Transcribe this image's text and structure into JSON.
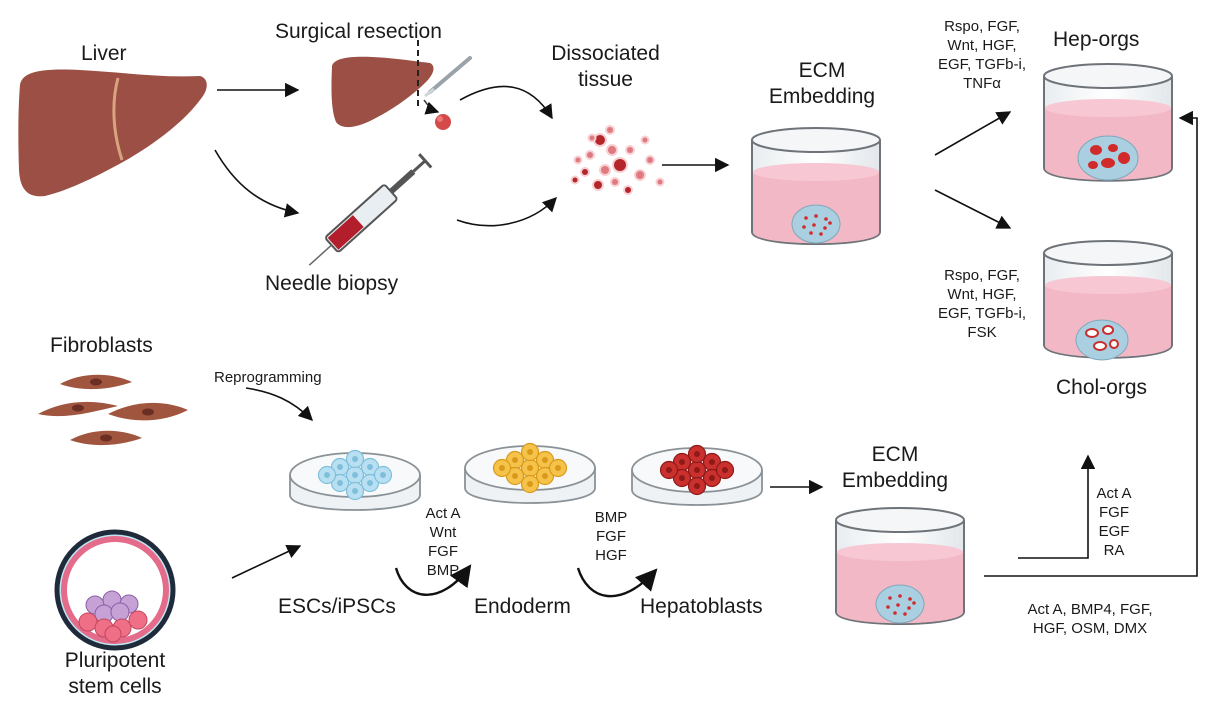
{
  "colors": {
    "liver": "#9c4f45",
    "media_pink": "#f3b8c5",
    "organoid_blue": "#a9cfe0",
    "red_cells": "#d12a2a",
    "esc_cells": "#b8e0f2",
    "endoderm_cells": "#f5c24a",
    "hepatoblast_cells": "#c9302e",
    "fibroblast": "#a0553f"
  },
  "labels": {
    "liver": "Liver",
    "surgical_resection": "Surgical resection",
    "dissociated_tissue": [
      "Dissociated",
      "tissue"
    ],
    "needle_biopsy": "Needle biopsy",
    "ecm_top": [
      "ECM",
      "Embedding"
    ],
    "hep_factors": [
      "Rspo, FGF,",
      "Wnt, HGF,",
      "EGF, TGFb-i,",
      "TNFα"
    ],
    "hep_orgs": "Hep-orgs",
    "chol_factors": [
      "Rspo, FGF,",
      "Wnt, HGF,",
      "EGF, TGFb-i,",
      "FSK"
    ],
    "chol_orgs": "Chol-orgs",
    "fibroblasts": "Fibroblasts",
    "reprogramming": "Reprogramming",
    "pluripotent": [
      "Pluripotent",
      "stem cells"
    ],
    "escs": "ESCs/iPSCs",
    "endo_factors": [
      "Act A",
      "Wnt",
      "FGF",
      "BMP"
    ],
    "endoderm": "Endoderm",
    "hb_factors": [
      "BMP",
      "FGF",
      "HGF"
    ],
    "hepatoblasts": "Hepatoblasts",
    "ecm_bottom": [
      "ECM",
      "Embedding"
    ],
    "up_factors": [
      "Act A",
      "FGF",
      "EGF",
      "RA"
    ],
    "bottom_factors": [
      "Act A, BMP4, FGF,",
      "HGF, OSM, DMX"
    ]
  }
}
